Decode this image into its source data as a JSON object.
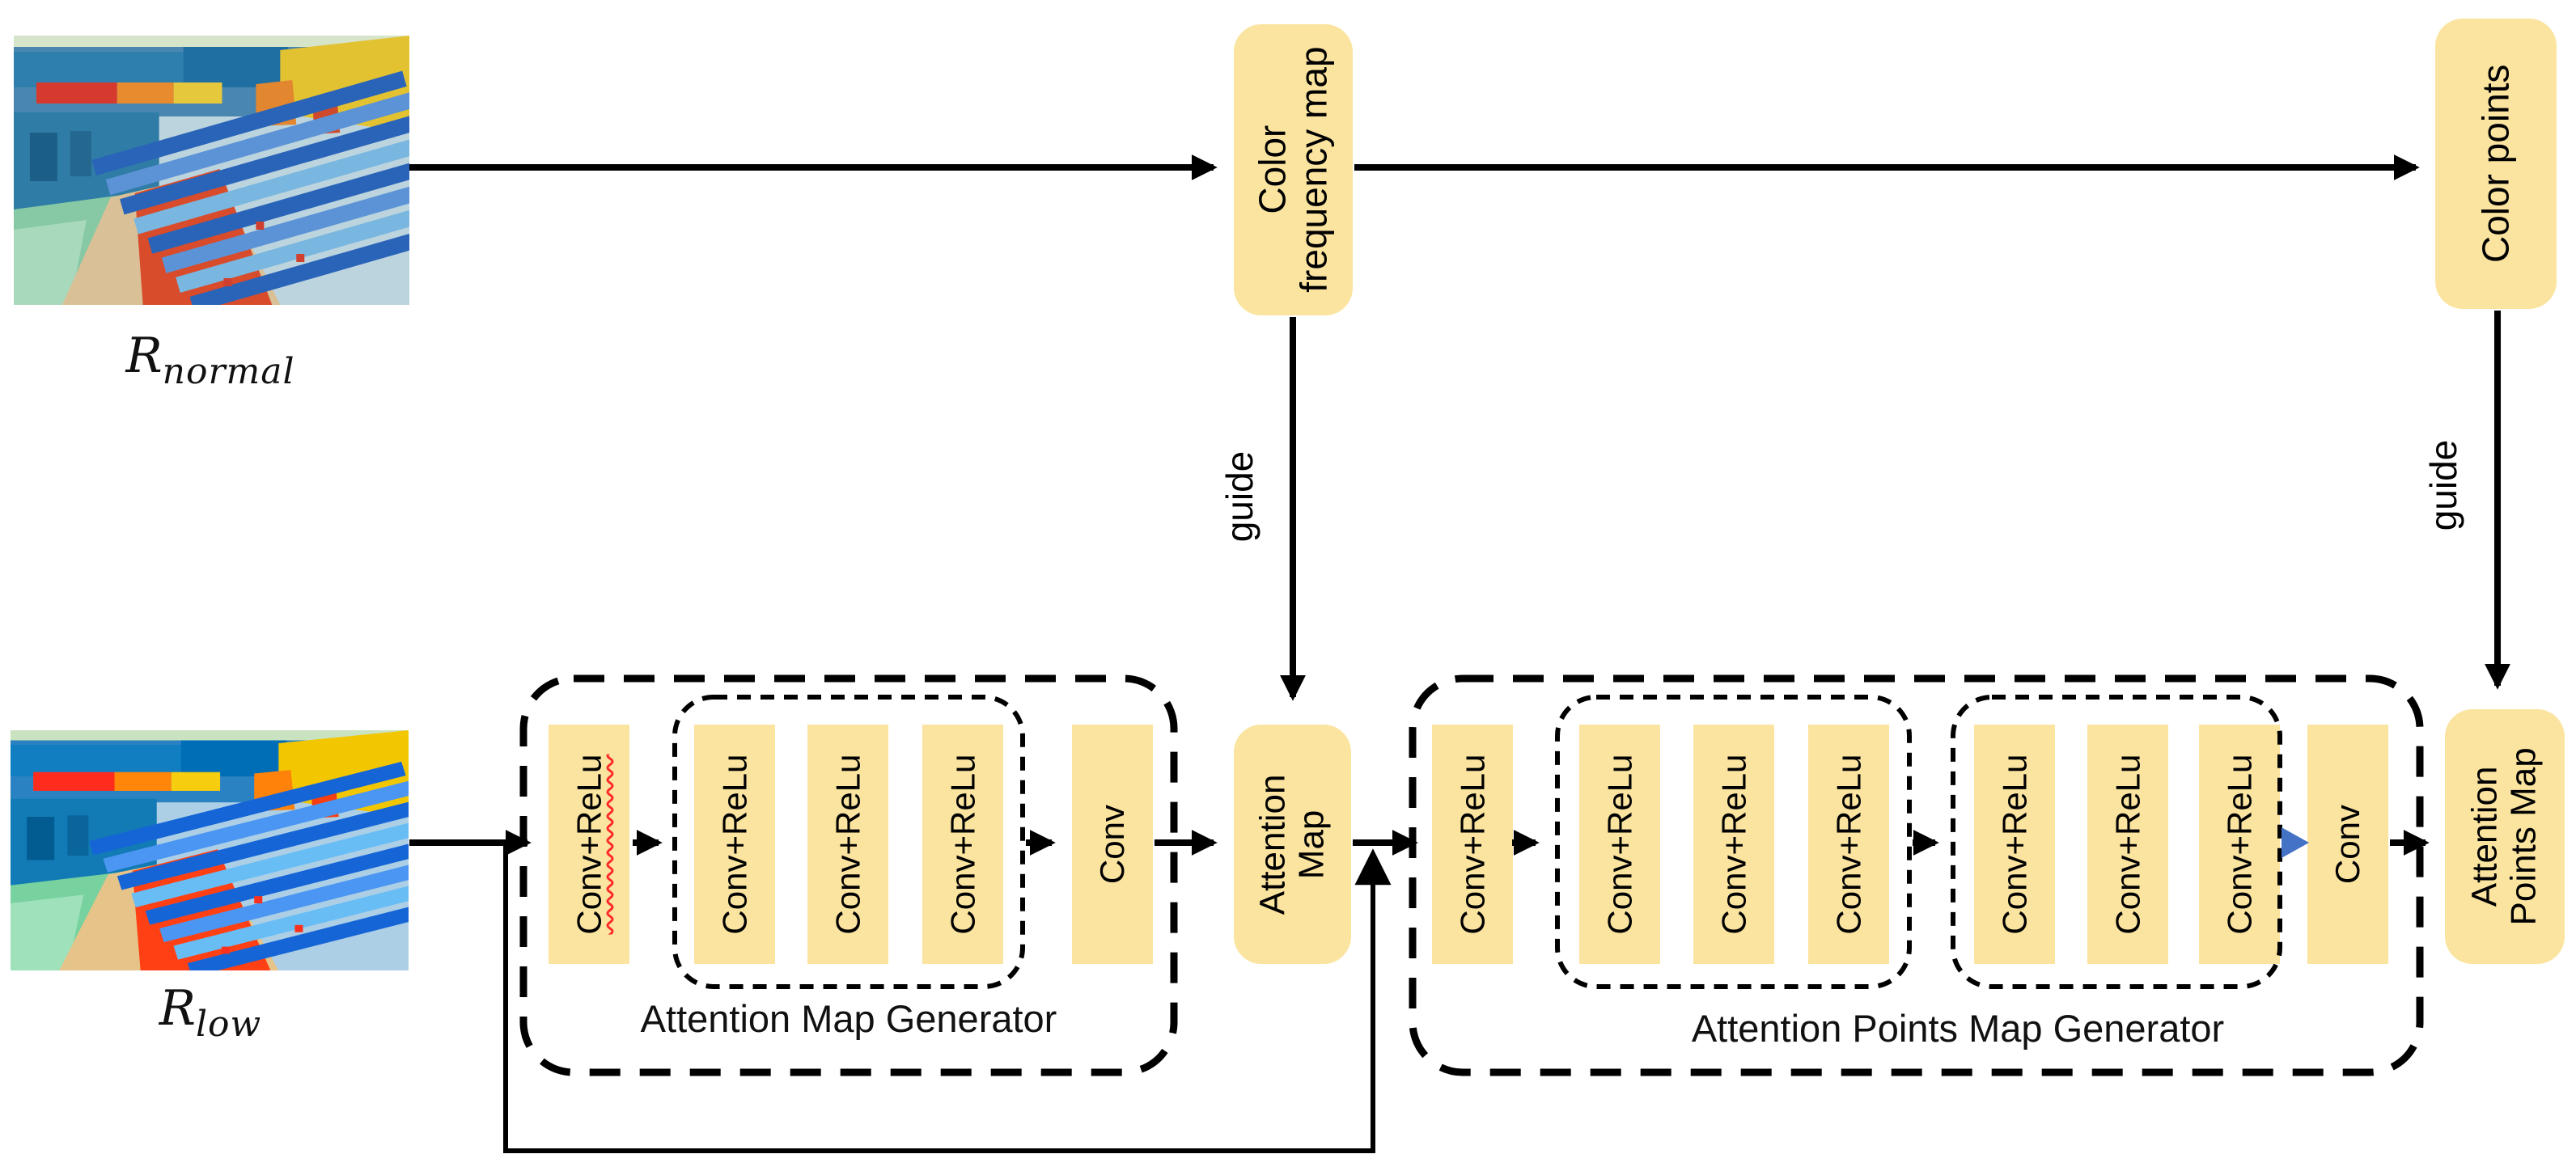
{
  "colors": {
    "box_fill": "#FBE4A0",
    "blue_arrow": "#4472C4",
    "squiggle": "#FF2A2A",
    "arrow_black": "#000000"
  },
  "inputs": {
    "normal": {
      "symbol": "R",
      "subscript": "normal"
    },
    "low": {
      "symbol": "R",
      "subscript": "low"
    }
  },
  "nodes": {
    "color_frequency_map": {
      "line1": "Color",
      "line2": "frequency map"
    },
    "color_points": {
      "label": "Color points"
    },
    "attention_map": {
      "line1": "Attention",
      "line2": "Map"
    },
    "attention_points_map": {
      "line1": "Attention",
      "line2": "Points Map"
    }
  },
  "edges": {
    "guide_label": "guide"
  },
  "generators": {
    "amg": {
      "title": "Attention Map Generator"
    },
    "apmg": {
      "title": "Attention Points Map Generator"
    }
  },
  "blocks": {
    "conv_relu": "Conv+ReLu",
    "conv": "Conv"
  }
}
